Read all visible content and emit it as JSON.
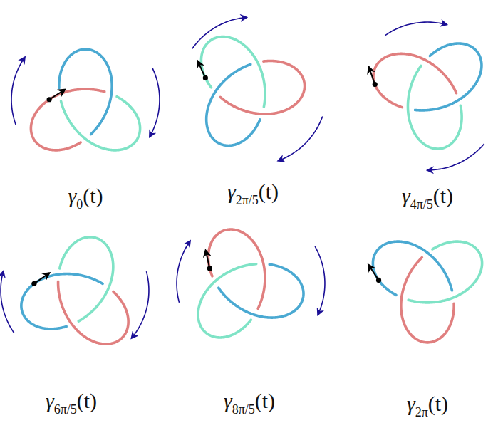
{
  "diagram": {
    "labels": [
      "γ0(t)",
      "γ2π/5(t)",
      "γ4π/5(t)",
      "γ6π/5(t)",
      "γ8π/5(t)",
      "γ2π(t)"
    ]
  }
}
